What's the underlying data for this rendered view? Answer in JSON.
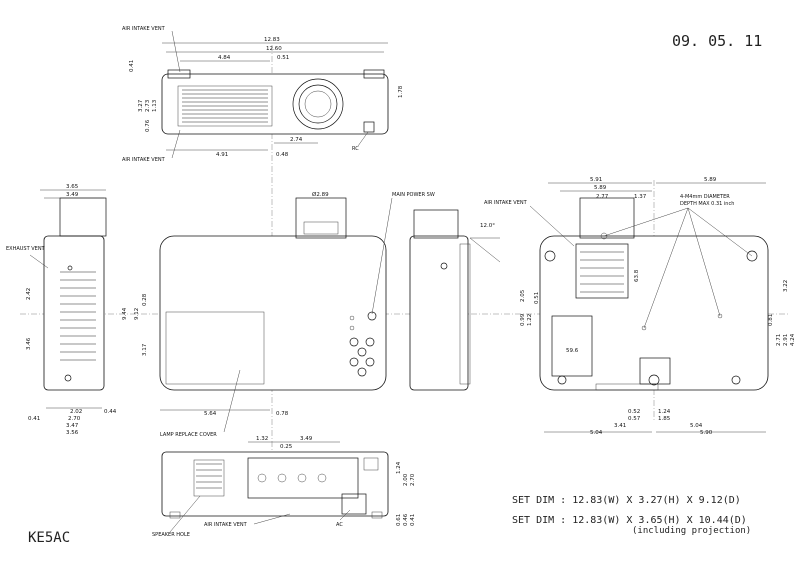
{
  "date": "09. 05. 11",
  "model": "KE5AC",
  "set_dims": [
    "SET DIM : 12.83(W) X 3.27(H) X 9.12(D)",
    "SET DIM : 12.83(W) X 3.65(H) X 10.44(D)"
  ],
  "set_dim_note": "(including projection)",
  "labels": {
    "air_intake_vent": "AIR INTAKE VENT",
    "rc": "RC",
    "main_power_sw": "MAIN POWER SW",
    "exhaust_vent": "EXHAUST VENT",
    "lamp_replace_cover": "LAMP REPLACE COVER",
    "speaker_hole": "SPEAKER HOLE",
    "ac": "AC",
    "screw_note_1": "4-M4mm DIAMETER",
    "screw_note_2": "DEPTH MAX 0.31 inch",
    "angle": "12.0°",
    "dia": "Ø2.89",
    "slot": "59.6",
    "window": "63.8"
  },
  "dims": {
    "top_1283": "12.83",
    "top_1260": "12.60",
    "top_484": "4.84",
    "top_051": "0.51",
    "top_041": "0.41",
    "top_327": "3.27",
    "top_273": "2.73",
    "top_113": "1.13",
    "top_076": "0.76",
    "top_178": "1.78",
    "top_491": "4.91",
    "top_048": "0.48",
    "top_274": "2.74",
    "side_365": "3.65",
    "side_349": "3.49",
    "side_242": "2.42",
    "side_346": "3.46",
    "side_041": "0.41",
    "side_202": "2.02",
    "side_270": "2.70",
    "side_347": "3.47",
    "side_356": "3.56",
    "side_044": "0.44",
    "main_944": "9.44",
    "main_912": "9.12",
    "main_028": "0.28",
    "main_317": "3.17",
    "main_564": "5.64",
    "main_078": "0.78",
    "bot_591": "5.91",
    "bot_589a": "5.89",
    "bot_277": "2.77",
    "bot_137": "1.37",
    "bot_589b": "5.89",
    "bot_322": "3.22",
    "bot_205": "2.05",
    "bot_099": "0.99",
    "bot_122": "1.22",
    "bot_051": "0.51",
    "bot_271": "2.71",
    "bot_291": "2.91",
    "bot_424": "4.24",
    "bot_081": "0.81",
    "bot_052": "0.52",
    "bot_124": "1.24",
    "bot_057": "0.57",
    "bot_185": "1.85",
    "bot_341": "3.41",
    "bot_504a": "5.04",
    "bot_504b": "5.04",
    "bot_590": "5.90",
    "rear_132": "1.32",
    "rear_349": "3.49",
    "rear_025": "0.25",
    "rear_124": "1.24",
    "rear_200": "2.00",
    "rear_270": "2.70",
    "rear_061": "0.61",
    "rear_041": "0.41",
    "rear_046": "0.46"
  }
}
